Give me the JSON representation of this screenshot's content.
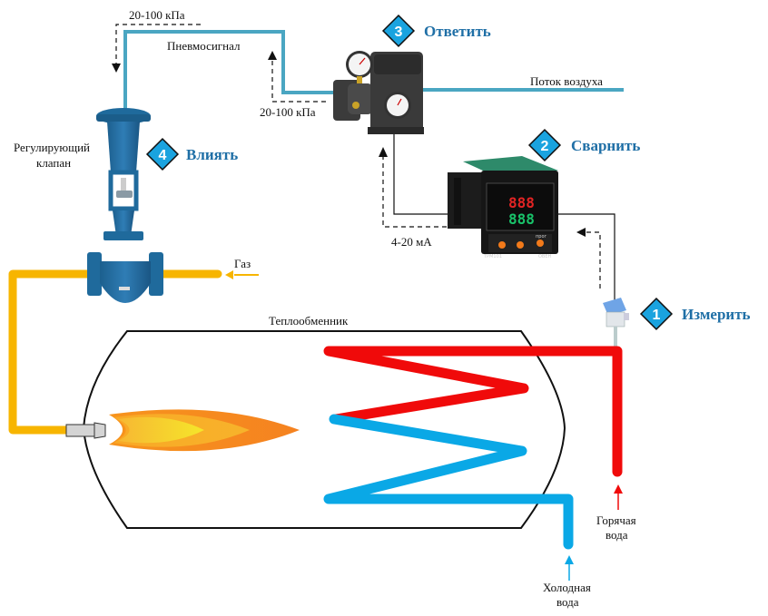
{
  "title": "Теплообменник",
  "colors": {
    "air_line": "#4aa6c2",
    "gas_line": "#f7b500",
    "hot_water": "#f00a0a",
    "cold_water": "#0aa8e6",
    "step_badge": "#1aa3df",
    "step_text": "#1f6fa6",
    "signal_line": "#111111"
  },
  "labels": {
    "pressure_top": "20-100 кПа",
    "pneumo_signal": "Пневмосигнал",
    "pressure_side": "20-100 кПа",
    "air_flow": "Поток воздуха",
    "control_valve_line1": "Регулирующий",
    "control_valve_line2": "клапан",
    "gas": "Газ",
    "current_signal": "4-20 мА",
    "heat_exchanger": "Теплообменник",
    "hot_water_line1": "Горячая",
    "hot_water_line2": "вода",
    "cold_water_line1": "Холодная",
    "cold_water_line2": "вода"
  },
  "steps": [
    {
      "number": "1",
      "label": "Измерить",
      "device": "temperature-sensor"
    },
    {
      "number": "2",
      "label": "Сварнить",
      "device": "controller"
    },
    {
      "number": "3",
      "label": "Ответить",
      "device": "positioner"
    },
    {
      "number": "4",
      "label": "Влиять",
      "device": "control-valve"
    }
  ],
  "controller": {
    "display_top": "888",
    "display_bottom": "888",
    "model": "ТРМ101",
    "brand": "ОВЕН",
    "key_prog": "прог"
  }
}
